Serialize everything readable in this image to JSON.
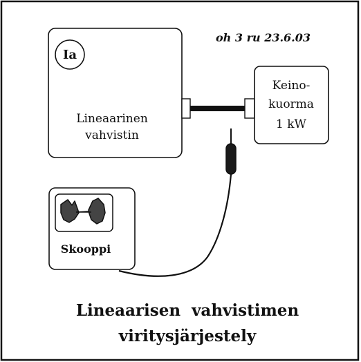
{
  "annotation": "oh 3 ru 23.6.03",
  "amplifier": {
    "badge": "Ia",
    "label_line1": "Lineaarinen",
    "label_line2": "vahvistin"
  },
  "dummy_load": {
    "line1": "Keino-",
    "line2": "kuorma",
    "line3": "1 kW"
  },
  "scope": {
    "label": "Skooppi"
  },
  "caption": {
    "line1": "Lineaarisen  vahvistimen",
    "line2": "viritysjärjestely"
  }
}
